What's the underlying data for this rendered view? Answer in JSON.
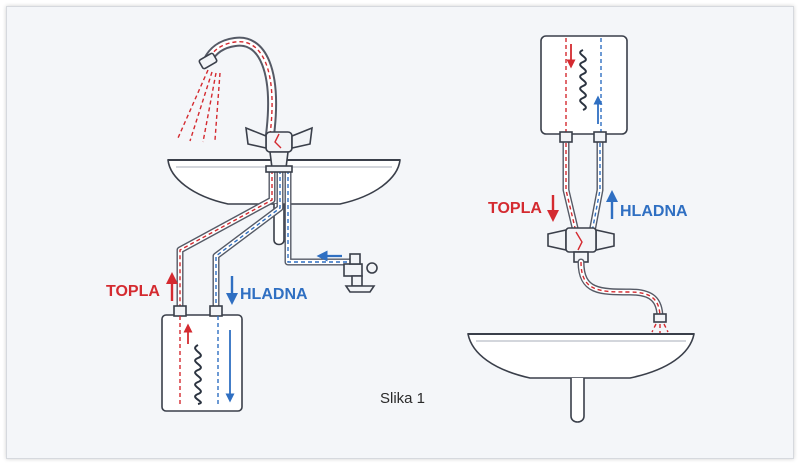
{
  "labels": {
    "hot_left": "TOPLA",
    "cold_left": "HLADNA",
    "hot_right": "TOPLA",
    "cold_right": "HLADNA",
    "caption": "Slika 1"
  },
  "colors": {
    "hot": "#d42a30",
    "cold": "#2f6fc2",
    "line": "#3a3f4a"
  }
}
